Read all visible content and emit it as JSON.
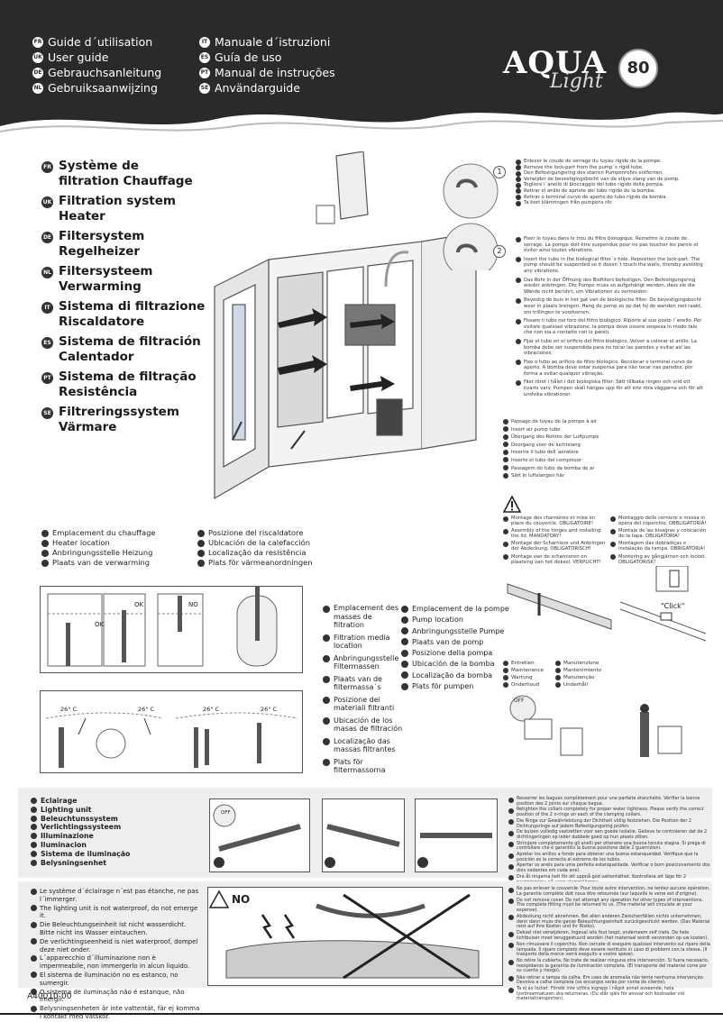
{
  "header": {
    "guides_left": [
      {
        "code": "FR",
        "label": "Guide d´utilisation"
      },
      {
        "code": "UK",
        "label": "User guide"
      },
      {
        "code": "DE",
        "label": "Gebrauchsanleitung"
      },
      {
        "code": "NL",
        "label": "Gebruiksaanwijzing"
      }
    ],
    "guides_right": [
      {
        "code": "IT",
        "label": "Manuale d´istruzioni"
      },
      {
        "code": "ES",
        "label": "Guía de uso"
      },
      {
        "code": "PT",
        "label": "Manual de instruções"
      },
      {
        "code": "SE",
        "label": "Användarguide"
      }
    ],
    "logo_main": "AQUA",
    "logo_sub": "Light",
    "logo_number": "80"
  },
  "titles": [
    {
      "code": "FR",
      "text": "Système de filtration Chauffage"
    },
    {
      "code": "UK",
      "text": "Filtration system Heater"
    },
    {
      "code": "DE",
      "text": "Filtersystem Regelheizer"
    },
    {
      "code": "NL",
      "text": "Filtersysteem Verwarming"
    },
    {
      "code": "IT",
      "text": "Sistema di filtrazione Riscaldatore"
    },
    {
      "code": "ES",
      "text": "Sistema de filtración Calentador"
    },
    {
      "code": "PT",
      "text": "Sistema de filtração Resistência"
    },
    {
      "code": "SE",
      "text": "Filtreringssystem Värmare"
    }
  ],
  "step1": [
    {
      "code": "FR",
      "text": "Enlever le coude de serrage du tuyau rigide de la pompe."
    },
    {
      "code": "UK",
      "text": "Remove the lock-part from the pump´s rigid tube."
    },
    {
      "code": "DE",
      "text": "Den Befestigungsring des starren Pumpenrohrs entfernen."
    },
    {
      "code": "NL",
      "text": "Verwijder de bevestigingsbocht van de stijve slang van de pomp."
    },
    {
      "code": "IT",
      "text": "Togliere l´anello di bloccaggio del tubo rigido della pompa."
    },
    {
      "code": "ES",
      "text": "Retirar el anillo de apriete del tubo rígido de la bomba."
    },
    {
      "code": "PT",
      "text": "Retirar o terminal curvo de aperto do tubo rígido da bomba."
    },
    {
      "code": "SE",
      "text": "Ta bort klämringen från pumpens rör."
    }
  ],
  "step2": [
    {
      "code": "FR",
      "text": "Fixer le tuyau dans le trou du filtre biologique. Remettre le coude de serrage. La pompe doit être suspendue pour ne pas toucher les parois et éviter ainsi toutes vibrations."
    },
    {
      "code": "UK",
      "text": "Insert the tube in the biological filter´s hole. Reposition the lock-part. The pump should be suspended so it doesn´t touch the walls, thereby avoiding any vibrations."
    },
    {
      "code": "DE",
      "text": "Das Rohr in der Öffnung des Biofilters befestigen. Den Befestigungsring wieder anbringen. Die Pumpe muss so aufgehängt werden, dass sie die Wände nicht berührt, um Vibrationen zu vermeiden."
    },
    {
      "code": "NL",
      "text": "Bevestig de buis in het gat van de biologische filter. De bevestigingsbocht weer in plaats brengen. Hang de pomp zo op dat hij de wanden niet raakt, om trillingen te voorkomen."
    },
    {
      "code": "IT",
      "text": "Fissare il tubo nel foro del filtro biologico. Riporre al suo posto l´anello. Per evitare qualsiasi vibrazione, la pompa deve essere sospesa in modo tale che non sia a contatto con le pareti."
    },
    {
      "code": "ES",
      "text": "Fijar el tubo en el orificio del filtro biológico. Volver a colocar el anillo. La bomba debe ser suspendida para no tocar las paredes y evitar así las vibraciones."
    },
    {
      "code": "PT",
      "text": "Fixe o tubo ao orifício do filtro biológico. Recolocar o terminal curvo de aperto. A bomba deve estar suspensa para não tocar nas paredes, por forma a evitar qualquer vibração."
    },
    {
      "code": "SE",
      "text": "Fäst röret i hålet i det biologiska filter. Sätt tillbaka ringen och vrid ett kvarts varv. Pumpen skall hängas upp för att inte röra väggarna och för att undvika vibrationer."
    }
  ],
  "air": [
    {
      "code": "FR",
      "text": "Passage de tuyau de la pompe à air"
    },
    {
      "code": "UK",
      "text": "Insert air pump tube"
    },
    {
      "code": "DE",
      "text": "Übergang des Rohres der Luftpumpe"
    },
    {
      "code": "NL",
      "text": "Doorgang voor de luchtslang"
    },
    {
      "code": "IT",
      "text": "Inserire il tubo dell´aeratore"
    },
    {
      "code": "ES",
      "text": "Inserte el tubo del compresor"
    },
    {
      "code": "PT",
      "text": "Passagem do tubo da bomba de ar"
    },
    {
      "code": "SE",
      "text": "Sätt in luftslangen här"
    }
  ],
  "heater_left": [
    {
      "code": "FR",
      "text": "Emplacement du chauffage"
    },
    {
      "code": "UK",
      "text": "Heater location"
    },
    {
      "code": "DE",
      "text": "Anbringungsstelle Heizung"
    },
    {
      "code": "NL",
      "text": "Plaats van de verwarming"
    }
  ],
  "heater_right": [
    {
      "code": "IT",
      "text": "Posizione del riscaldatore"
    },
    {
      "code": "ES",
      "text": "Ubicación de la calefacción"
    },
    {
      "code": "PT",
      "text": "Localização da resistência"
    },
    {
      "code": "SE",
      "text": "Plats för värmeanordningen"
    }
  ],
  "media": [
    {
      "code": "FR",
      "text": "Emplacement des masses de filtration"
    },
    {
      "code": "UK",
      "text": "Filtration media location"
    },
    {
      "code": "DE",
      "text": "Anbringungsstelle Filtermassen"
    },
    {
      "code": "NL",
      "text": "Plaats van de filtermassa´s"
    },
    {
      "code": "IT",
      "text": "Posizione dei materiali filtranti"
    },
    {
      "code": "ES",
      "text": "Ubicación de los masas de filtración"
    },
    {
      "code": "PT",
      "text": "Localização das massas filtrantes"
    },
    {
      "code": "SE",
      "text": "Plats för filtermassorna"
    }
  ],
  "pump": [
    {
      "code": "FR",
      "text": "Emplacement de la pompe"
    },
    {
      "code": "UK",
      "text": "Pump location"
    },
    {
      "code": "DE",
      "text": "Anbringungsstelle Pumpe"
    },
    {
      "code": "NL",
      "text": "Plaats van de pomp"
    },
    {
      "code": "IT",
      "text": "Posizione della pompa"
    },
    {
      "code": "ES",
      "text": "Ubicación de la bomba"
    },
    {
      "code": "PT",
      "text": "Localização da bomba"
    },
    {
      "code": "SE",
      "text": "Plats för pumpen"
    }
  ],
  "hinges_left": [
    {
      "code": "FR",
      "text": "Montage des charnières et mise en place du couvercle. OBLIGATOIRE!"
    },
    {
      "code": "UK",
      "text": "Assembly of the hinges and installing the lid. MANDATORY!"
    },
    {
      "code": "DE",
      "text": "Montage der Scharniere und Anbringen der Abdeckung. OBLIGATORISCH!"
    },
    {
      "code": "NL",
      "text": "Montage van de scharnieren en plaatsing van het deksel. VERPLICHT!"
    }
  ],
  "hinges_right": [
    {
      "code": "IT",
      "text": "Montaggio delle cerniere e messa in opera del coperchio. OBBLIGATORIA!"
    },
    {
      "code": "ES",
      "text": "Montaje de las bisagras y colocación de la tapa. OBLIGATORIA!"
    },
    {
      "code": "PT",
      "text": "Montagem das dobradiças e instalação da tampa. OBRIGATÓRIA!"
    },
    {
      "code": "SE",
      "text": "Montering av gångjärnen och locket. OBLIGATORISK!"
    }
  ],
  "maint_left": [
    {
      "code": "FR",
      "text": "Entretien"
    },
    {
      "code": "UK",
      "text": "Maintenance"
    },
    {
      "code": "DE",
      "text": "Wartung"
    },
    {
      "code": "NL",
      "text": "Onderhoud"
    }
  ],
  "maint_right": [
    {
      "code": "IT",
      "text": "Manutenzione"
    },
    {
      "code": "ES",
      "text": "Mantenimiento"
    },
    {
      "code": "PT",
      "text": "Manutenção"
    },
    {
      "code": "SE",
      "text": "Underhåll"
    }
  ],
  "click_label": "\"Click\"",
  "off_label": "OFF",
  "ok_label": "OK",
  "no_label": "NO",
  "temp_label": "26° C",
  "lighting": [
    {
      "code": "FR",
      "text": "Eclairage"
    },
    {
      "code": "UK",
      "text": "Lighting unit"
    },
    {
      "code": "DE",
      "text": "Beleuchtunssystem"
    },
    {
      "code": "NL",
      "text": "Verlichtingssysteem"
    },
    {
      "code": "IT",
      "text": "Illuminazione"
    },
    {
      "code": "ES",
      "text": "Iluminacion"
    },
    {
      "code": "PT",
      "text": "Sistema de iluminação"
    },
    {
      "code": "SE",
      "text": "Belysningsenhet"
    }
  ],
  "light_steps": [
    {
      "code": "FR",
      "text": "Resserrer les bagues complètement pour une parfaite étanchéité. Vérifier la bonne position des 2 joints sur chaque bague."
    },
    {
      "code": "UK",
      "text": "Retighten the collars completely for proper water tightness. Please verify the correct position of the 2 o-rings on each of the clamping collars."
    },
    {
      "code": "DE",
      "text": "Die Ringe zur Gewährleistung der Dichtheit völlig festziehen. Die Position der 2 Dichtungsringe auf jedem Befestigungsring prüfen."
    },
    {
      "code": "NL",
      "text": "De buizen volledig vastzetten voor een goede isolatie. Gelieve te controleren dat de 2 dichtingsringen op ieder dubbele goed op hun plaats zitten."
    },
    {
      "code": "IT",
      "text": "Stringere completamente gli anelli per ottenere una buona tenuta stagna. Si prega di controllare che è garantito la buona posizione delle 2 guarnizioni."
    },
    {
      "code": "ES",
      "text": "Apretar los anillos a fondo para obtener una buena estanqueidad. Verifique que la posición es la correcta al extremo de los tubos."
    },
    {
      "code": "PT",
      "text": "Apertar os anéis para uma perfeita estanqueidade. Verificar o bom posicionamento dos dois vedantes em cada anel."
    },
    {
      "code": "SE",
      "text": "Dra åt ringarna helt för att uppnå god vattentäthet. Kontrollera att läge för 2 packningarna på varje clampklämma."
    }
  ],
  "waterproof": [
    {
      "code": "FR",
      "text": "Le système d´éclairage n´est pas étanche, ne pas l´immerger."
    },
    {
      "code": "UK",
      "text": "The lighting unit is not waterproof, do not emerge it."
    },
    {
      "code": "DE",
      "text": "Die Beleuchtungseinheit ist nicht wasserdicht. Bitte nicht ins Wasser eintauchen."
    },
    {
      "code": "NL",
      "text": "De verlichtingseenheid is niet waterproof, dompel deze niet onder."
    },
    {
      "code": "IT",
      "text": "L´apparecchio d´illuminazione non è impermeabile, non immergerlo in alcun liquido."
    },
    {
      "code": "ES",
      "text": "El sistema de iluminación no es estanco, no sumergir."
    },
    {
      "code": "PT",
      "text": "O sistema de iluminação não é estanque, não imergir."
    },
    {
      "code": "SE",
      "text": "Belysningsenheten är inte vattentät, fär ej komma i kontakt med vätskor."
    }
  ],
  "warning_no": "NO",
  "cover_notes": [
    {
      "code": "FR",
      "text": "Ne pas enlever le couvercle. Pour toute autre intervention, ne tentez aucune opération. La garantie complète doit nous être retournée (sur laquelle le verre est d'origine)."
    },
    {
      "code": "UK",
      "text": "Do not remove cover. Do not attempt any operation for other types of interventions. The complete fitting must be returned to us. (The material will circulate at your expense)."
    },
    {
      "code": "DE",
      "text": "Abdeckung nicht abnehmen. Bei allen anderen Zwischenfällen nichts unternehmen, denn dann muss die ganze Beleuchtungseinheit zurückgeschickt werden. (Das Material reist auf Ihre Kosten und Ihr Risiko)."
    },
    {
      "code": "NL",
      "text": "Deksel niet verwijderen. Ingeval iets fout loopt, onderneem zelf niets. De hele lichtbuiser moet teruggestuurd worden (het materiaal wordt verzonden op uw kosten)."
    },
    {
      "code": "IT",
      "text": "Non rimuovere il coperchio. Non cercate di eseguire qualsiasi intervento sul riparo della lampada. Il riparo completo deve essere restituito in caso di problemi con la stessa. (Il trasporto della merce verrà eseguito a vostre spese)."
    },
    {
      "code": "ES",
      "text": "No retire la cubierta. No trate de realizar ninguna otra intervención. Si fuera necesario, reexpidanos la garantía de iluminación completa. (El transporte del material corre por su cuenta y riesgo)."
    },
    {
      "code": "PT",
      "text": "Não retirar a tampa da calha. Em caso de anomalia não tente nenhuma intervenção. Devolva a calha completa (os encargos serão por conta do cliente)."
    },
    {
      "code": "SE",
      "text": "Ta ej av locket. Försök inte utföra ingrepp i något annat avseende, hela lysrörsarmaturen ska returneras. (Du står själv för ansvar och kostnader vid materialtransporten)."
    }
  ],
  "step_numbers": [
    "1",
    "2"
  ],
  "doc_code": "A40010-00"
}
